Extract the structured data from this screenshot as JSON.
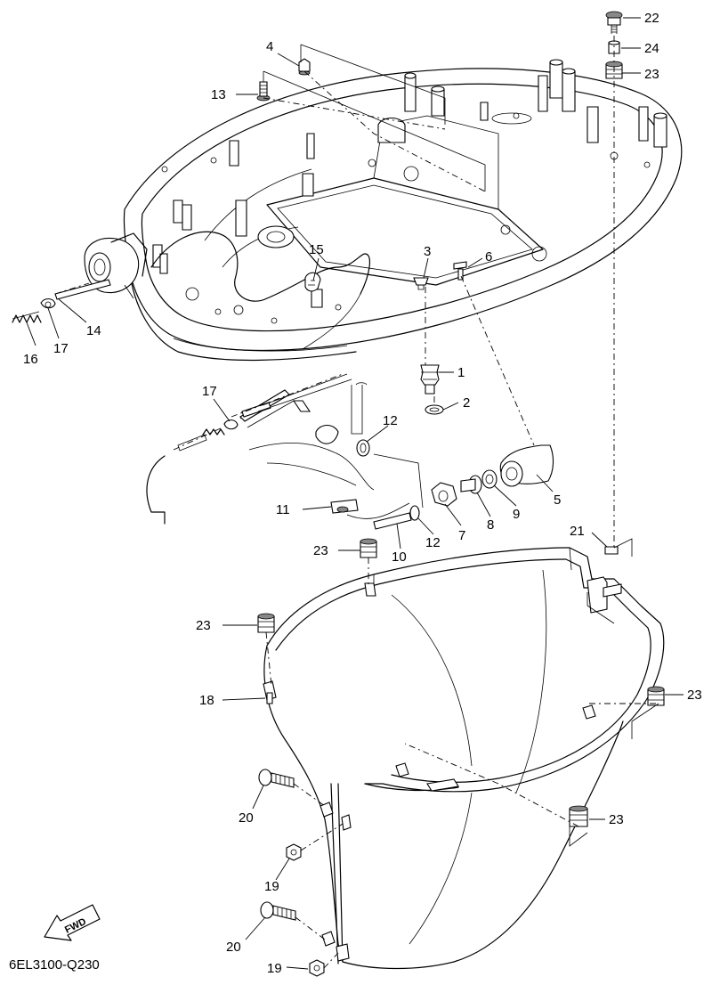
{
  "diagram": {
    "drawing_code": "6EL3100-Q230",
    "direction_arrow": "FWD",
    "callouts": [
      {
        "id": "c22",
        "text": "22"
      },
      {
        "id": "c24",
        "text": "24"
      },
      {
        "id": "c23a",
        "text": "23"
      },
      {
        "id": "c4",
        "text": "4"
      },
      {
        "id": "c13",
        "text": "13"
      },
      {
        "id": "c15",
        "text": "15"
      },
      {
        "id": "c3",
        "text": "3"
      },
      {
        "id": "c6",
        "text": "6"
      },
      {
        "id": "c14",
        "text": "14"
      },
      {
        "id": "c16",
        "text": "16"
      },
      {
        "id": "c17a",
        "text": "17"
      },
      {
        "id": "c1",
        "text": "1"
      },
      {
        "id": "c2",
        "text": "2"
      },
      {
        "id": "c17b",
        "text": "17"
      },
      {
        "id": "c12a",
        "text": "12"
      },
      {
        "id": "c5",
        "text": "5"
      },
      {
        "id": "c9",
        "text": "9"
      },
      {
        "id": "c8",
        "text": "8"
      },
      {
        "id": "c7",
        "text": "7"
      },
      {
        "id": "c12b",
        "text": "12"
      },
      {
        "id": "c11",
        "text": "11"
      },
      {
        "id": "c10",
        "text": "10"
      },
      {
        "id": "c21",
        "text": "21"
      },
      {
        "id": "c23b",
        "text": "23"
      },
      {
        "id": "c23c",
        "text": "23"
      },
      {
        "id": "c18",
        "text": "18"
      },
      {
        "id": "c23d",
        "text": "23"
      },
      {
        "id": "c20a",
        "text": "20"
      },
      {
        "id": "c23e",
        "text": "23"
      },
      {
        "id": "c19a",
        "text": "19"
      },
      {
        "id": "c20b",
        "text": "20"
      },
      {
        "id": "c19b",
        "text": "19"
      }
    ]
  }
}
